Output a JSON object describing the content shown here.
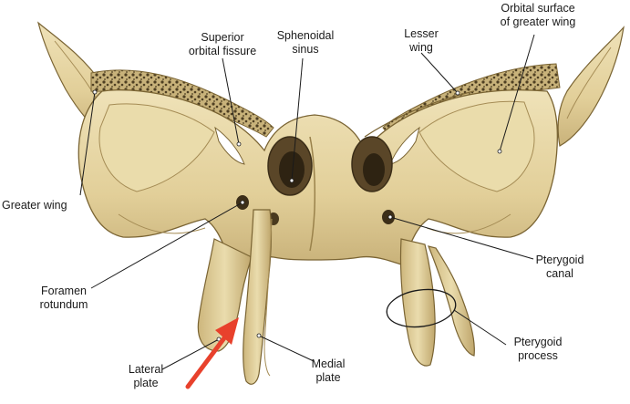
{
  "labels": {
    "superior_orbital_fissure": [
      "Superior",
      "orbital fissure"
    ],
    "sphenoidal_sinus": [
      "Sphenoidal",
      "sinus"
    ],
    "lesser_wing": [
      "Lesser",
      "wing"
    ],
    "orbital_surface_greater_wing": [
      "Orbital surface",
      "of greater wing"
    ],
    "greater_wing": [
      "Greater wing"
    ],
    "pterygoid_canal": [
      "Pterygoid",
      "canal"
    ],
    "foramen_rotundum": [
      "Foramen",
      "rotundum"
    ],
    "pterygoid_process": [
      "Pterygoid",
      "process"
    ],
    "medial_plate": [
      "Medial",
      "plate"
    ],
    "lateral_plate": [
      "Lateral",
      "plate"
    ]
  },
  "colors": {
    "bone": "#e6d6a6",
    "bone_shadow": "#b59e63",
    "bone_dark": "#7a6433",
    "cancellous": "#5a4a2a",
    "leader": "#1a1a1a",
    "arrow": "#e8412c"
  },
  "icons": {
    "pointer": "red-arrow-icon"
  }
}
